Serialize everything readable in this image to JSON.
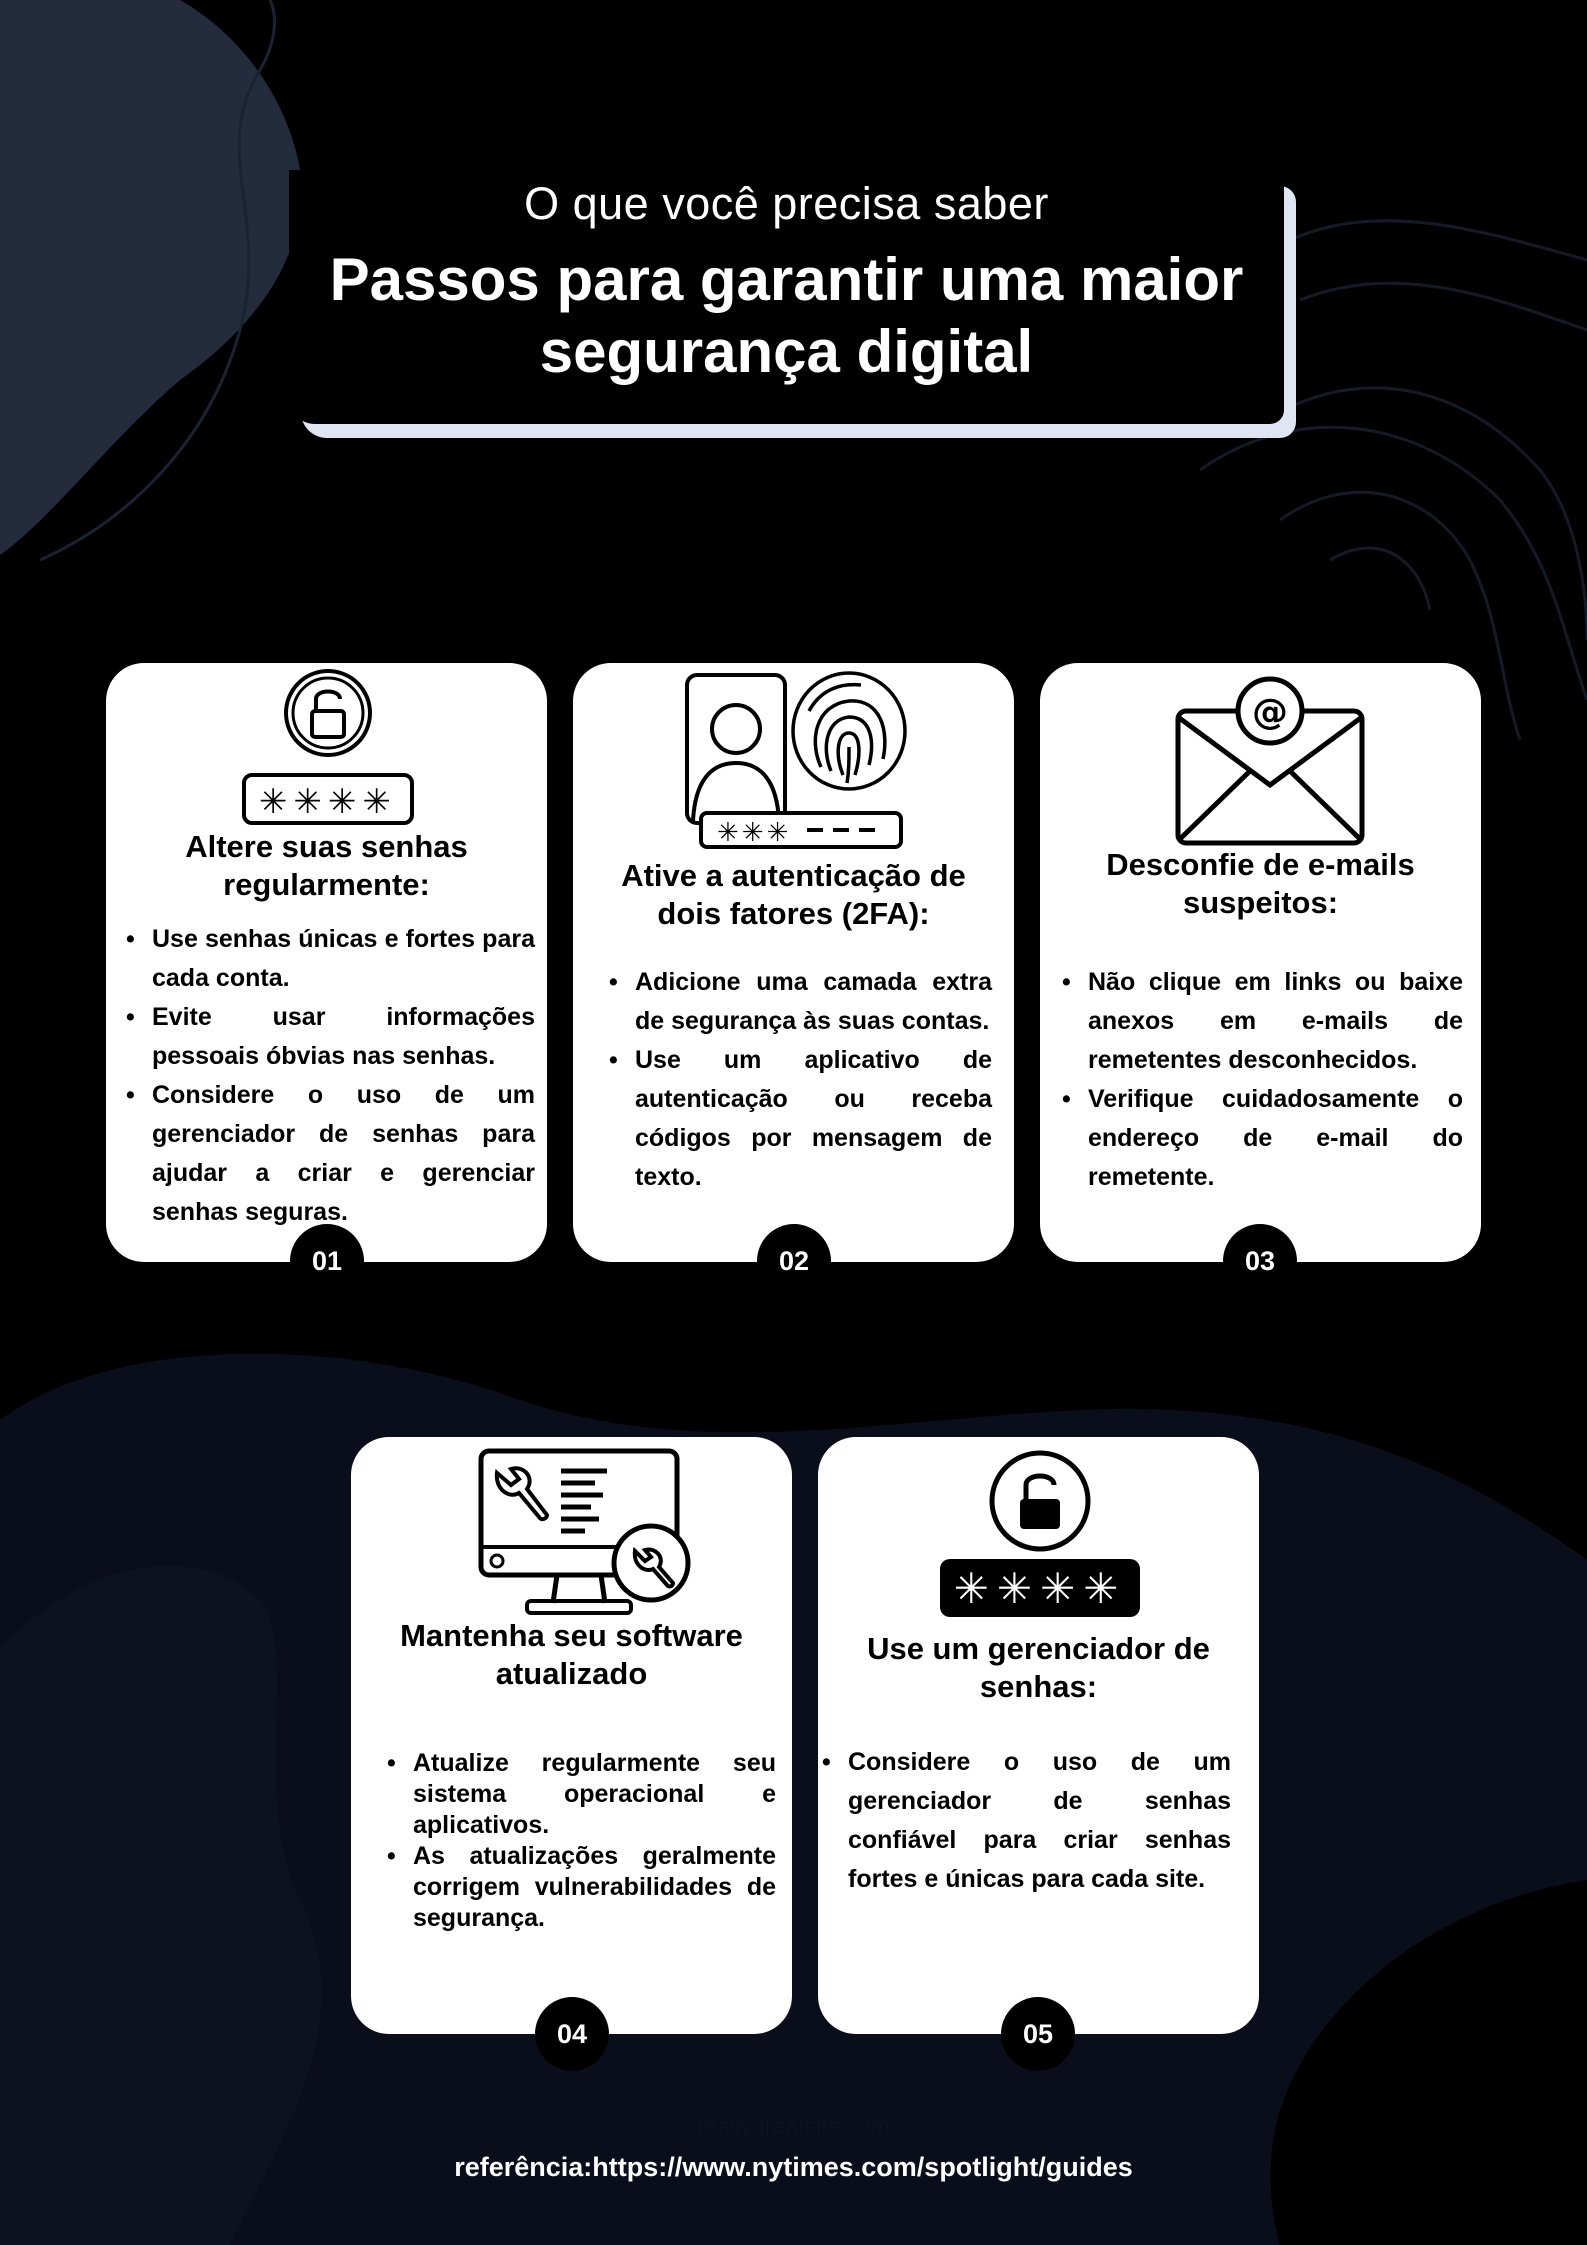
{
  "header": {
    "subtitle": "O que você precisa saber",
    "title_line1": "Passos para garantir uma maior",
    "title_line2": "segurança digital"
  },
  "cards": [
    {
      "icon": "padlock-password-icon",
      "title_line1": "Altere suas senhas",
      "title_line2": "regularmente:",
      "items": [
        "Use senhas únicas e fortes para cada conta.",
        "Evite usar informações pessoais óbvias nas senhas.",
        "Considere o uso de um gerenciador de senhas para ajudar a criar e gerenciar senhas seguras."
      ],
      "number": "01"
    },
    {
      "icon": "user-fingerprint-password-icon",
      "title_line1": "Ative a autenticação de",
      "title_line2": "dois fatores (2FA):",
      "items": [
        "Adicione uma camada extra de segurança às suas contas.",
        "Use um aplicativo de autenticação ou receba códigos por mensagem de texto."
      ],
      "number": "02"
    },
    {
      "icon": "email-envelope-icon",
      "title_line1": "Desconfie de e-mails",
      "title_line2": "suspeitos:",
      "items": [
        "Não clique em links ou baixe anexos em e-mails de remetentes desconhecidos.",
        "Verifique cuidadosamente o endereço de e-mail do remetente."
      ],
      "number": "03"
    },
    {
      "icon": "computer-settings-icon",
      "title_line1": "Mantenha seu software",
      "title_line2": "atualizado",
      "items": [
        "Atualize regularmente seu sistema operacional e aplicativos.",
        "As atualizações geralmente corrigem vulnerabilidades de segurança."
      ],
      "number": "04"
    },
    {
      "icon": "padlock-password-icon",
      "title_line1": "Use um gerenciador de",
      "title_line2": "senhas:",
      "items": [
        "Considere o uso de um gerenciador de senhas confiável para criar senhas fortes e únicas para cada site."
      ],
      "number": "05"
    }
  ],
  "footer": {
    "watermark": "reallygreatsite.com",
    "reference": "referência:https://www.nytimes.com/spotlight/guides"
  },
  "password_mask": "✳✳✳✳",
  "password_mask_short": "✳✳✳",
  "email_at": "@",
  "colors": {
    "background": "#000000",
    "blob": "#232b3d",
    "blob_dark": "#0a0e1a",
    "card": "#ffffff",
    "header_shadow": "#dfe5f3"
  }
}
